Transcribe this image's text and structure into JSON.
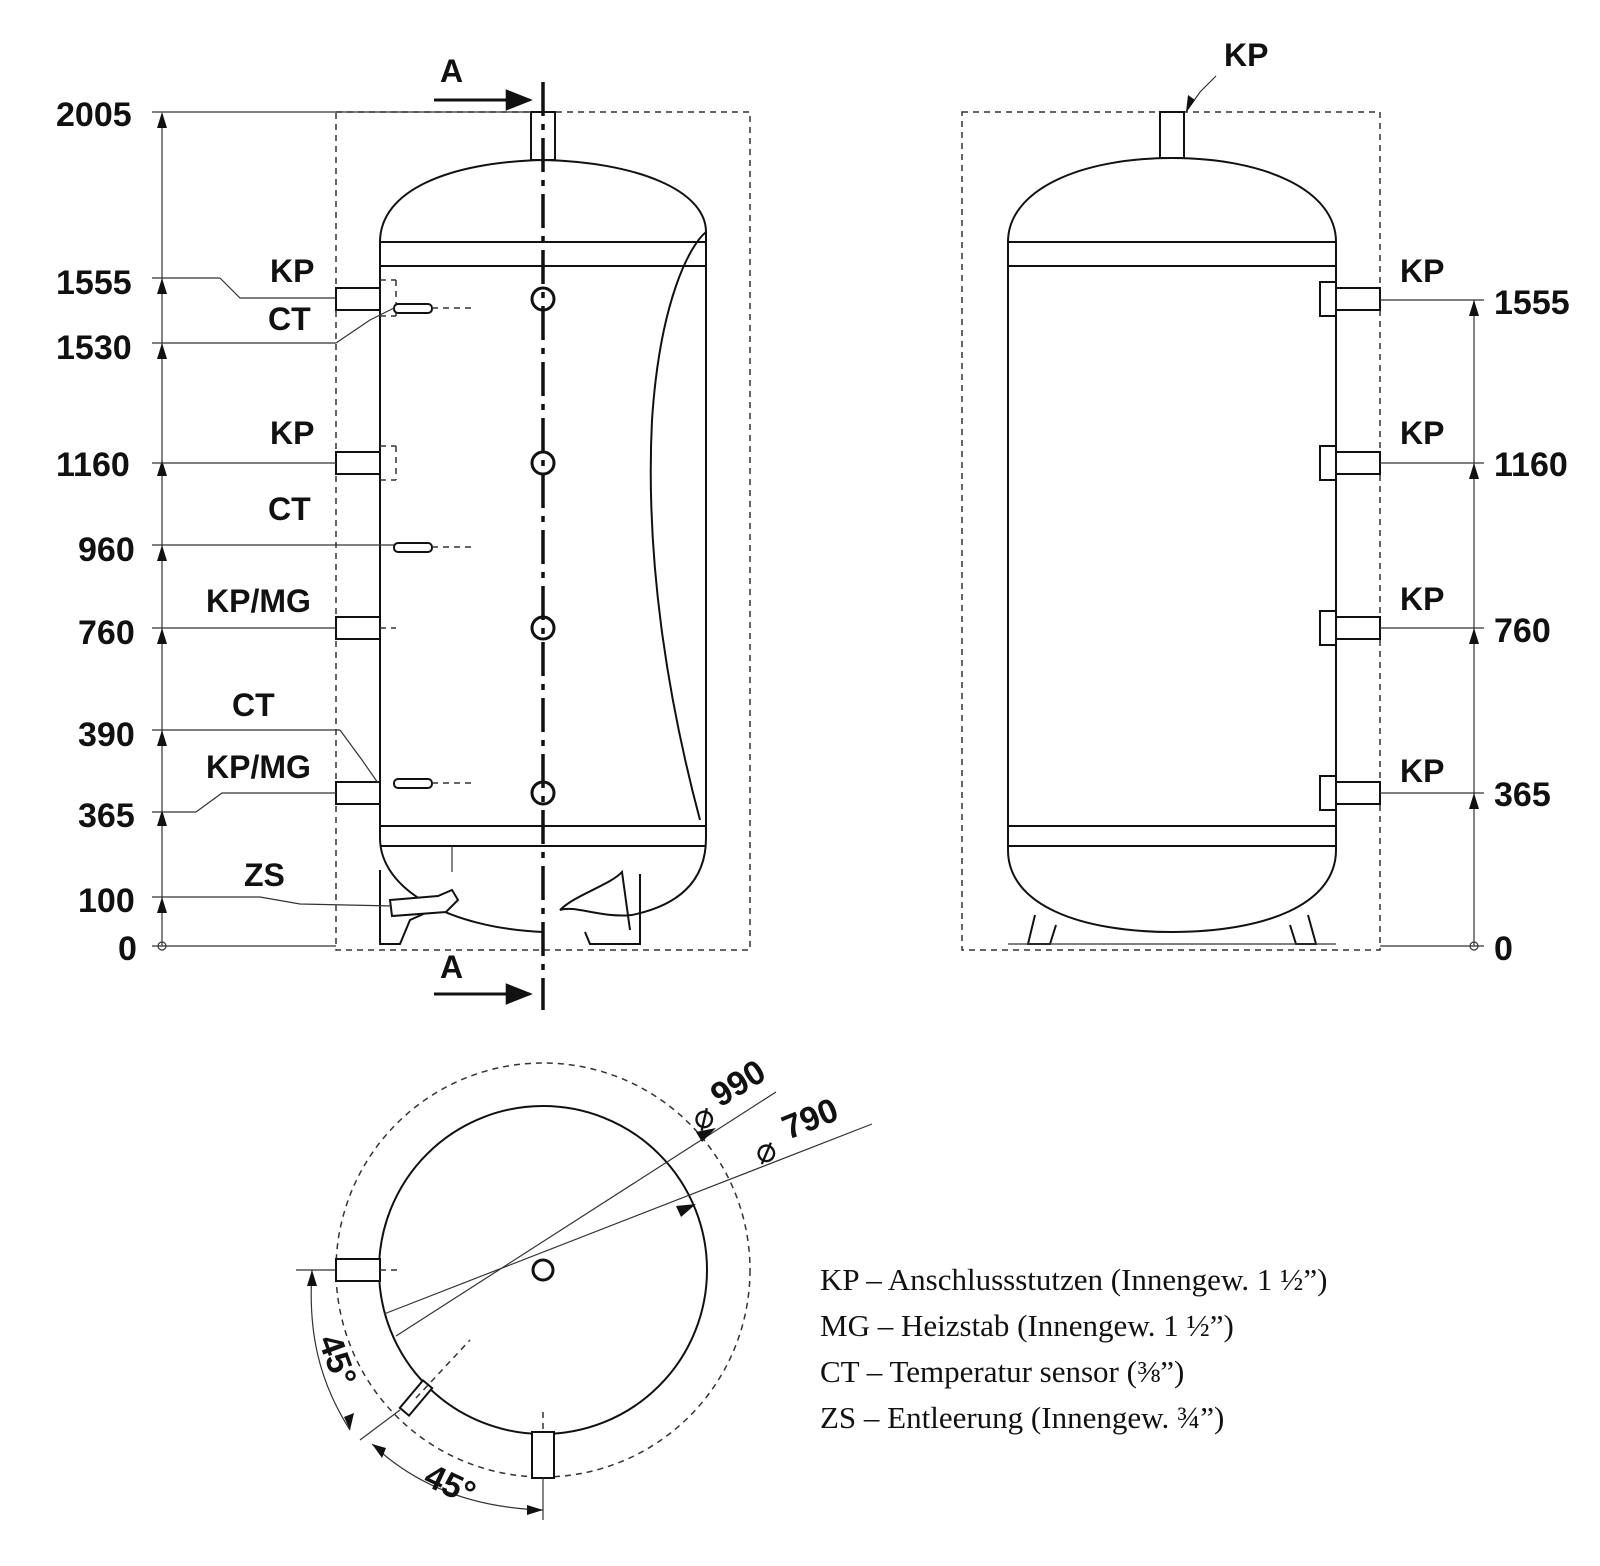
{
  "section_marker": "A",
  "left_view": {
    "dimensions": [
      "2005",
      "1555",
      "1530",
      "1160",
      "960",
      "760",
      "390",
      "365",
      "100",
      "0"
    ],
    "labels": [
      "KP",
      "CT",
      "KP",
      "CT",
      "KP/MG",
      "CT",
      "KP/MG",
      "ZS"
    ]
  },
  "right_view": {
    "top_label": "KP",
    "labels": [
      "KP",
      "KP",
      "KP",
      "KP"
    ],
    "dimensions": [
      "1555",
      "1160",
      "760",
      "365",
      "0"
    ]
  },
  "top_view": {
    "diameters": [
      "990",
      "790"
    ],
    "angles": [
      "45°",
      "45°"
    ]
  },
  "legend": [
    "KP – Anschlussstutzen (Innengew. 1 ½”)",
    "MG – Heizstab (Innengew. 1 ½”)",
    "CT – Temperatur sensor (⅜”)",
    "ZS – Entleerung (Innengew. ¾”)"
  ]
}
